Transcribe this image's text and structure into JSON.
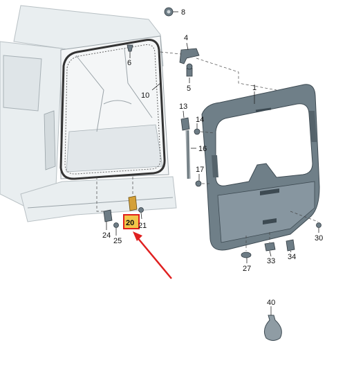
{
  "labels": {
    "p1": "1",
    "p4": "4",
    "p5": "5",
    "p6": "6",
    "p8": "8",
    "p10": "10",
    "p13": "13",
    "p14": "14",
    "p16": "16",
    "p17": "17",
    "p20": "20",
    "p21": "21",
    "p24": "24",
    "p25": "25",
    "p27": "27",
    "p30": "30",
    "p33": "33",
    "p34": "34",
    "p40": "40"
  },
  "colors": {
    "highlight_fill": "#f2c64a",
    "highlight_border": "#e0201c",
    "arrow": "#e02020"
  }
}
